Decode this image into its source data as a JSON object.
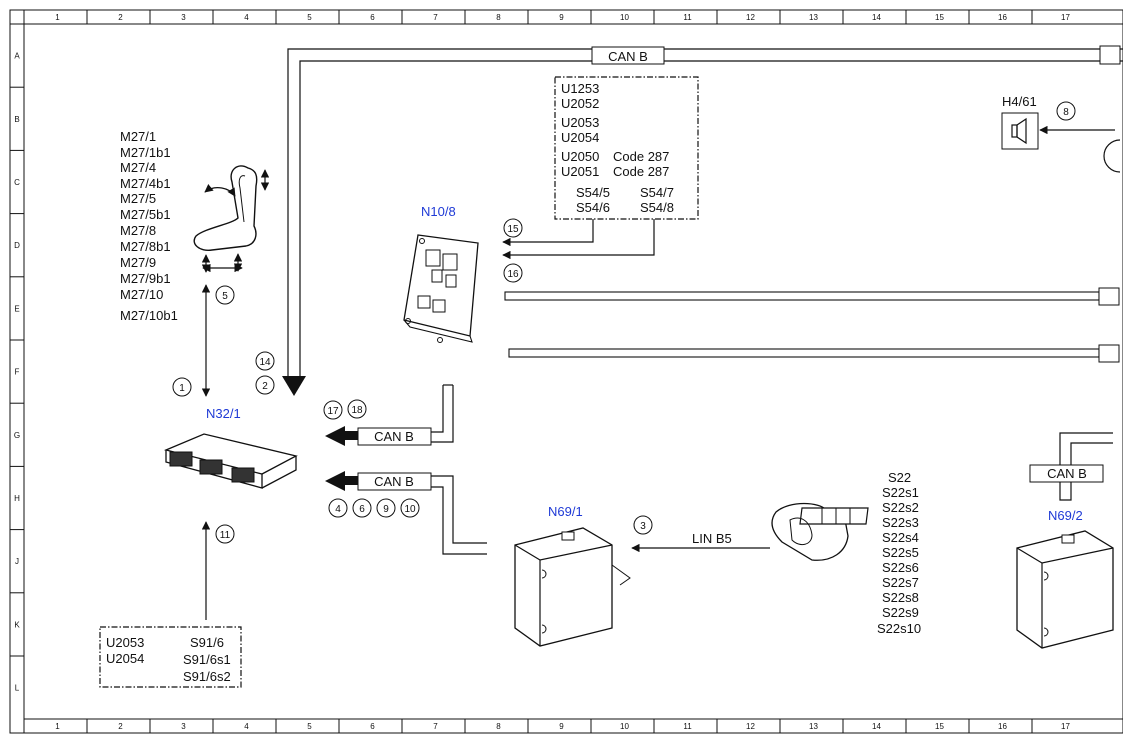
{
  "frame": {
    "cols": [
      "1",
      "2",
      "3",
      "4",
      "5",
      "6",
      "7",
      "8",
      "9",
      "10",
      "11",
      "12",
      "13",
      "14",
      "15",
      "16",
      "17"
    ],
    "rows": [
      "A",
      "B",
      "C",
      "D",
      "E",
      "F",
      "G",
      "H",
      "J",
      "K",
      "L"
    ]
  },
  "bus": {
    "can_b_top": "CAN B",
    "can_b_upper": "CAN B",
    "can_b_lower": "CAN B",
    "can_b_right": "CAN B",
    "lin": "LIN B5"
  },
  "components": {
    "n32_1": "N32/1",
    "n10_8": "N10/8",
    "n69_1": "N69/1",
    "n69_2": "N69/2",
    "h4_61": "H4/61"
  },
  "motor_list": [
    "M27/1",
    "M27/1b1",
    "M27/4",
    "M27/4b1",
    "M27/5",
    "M27/5b1",
    "M27/8",
    "M27/8b1",
    "M27/9",
    "M27/9b1",
    "M27/10",
    "M27/10b1"
  ],
  "switch_list": [
    "S22",
    "S22s1",
    "S22s2",
    "S22s3",
    "S22s4",
    "S22s5",
    "S22s6",
    "S22s7",
    "S22s8",
    "S22s9",
    "S22s10"
  ],
  "fault_box_top": {
    "codes": [
      "U1253",
      "U2052",
      "U2053",
      "U2054",
      "U2050",
      "U2051"
    ],
    "notes": [
      "Code 287",
      "Code 287"
    ],
    "switches": [
      "S54/5",
      "S54/7",
      "S54/6",
      "S54/8"
    ]
  },
  "fault_box_bottom": {
    "codes": [
      "U2053",
      "U2054"
    ],
    "switches": [
      "S91/6",
      "S91/6s1",
      "S91/6s2"
    ]
  },
  "callouts": {
    "c1": "1",
    "c2": "2",
    "c3": "3",
    "c4": "4",
    "c5": "5",
    "c6": "6",
    "c8": "8",
    "c9": "9",
    "c10": "10",
    "c11": "11",
    "c14": "14",
    "c15": "15",
    "c16": "16",
    "c17": "17",
    "c18": "18"
  }
}
